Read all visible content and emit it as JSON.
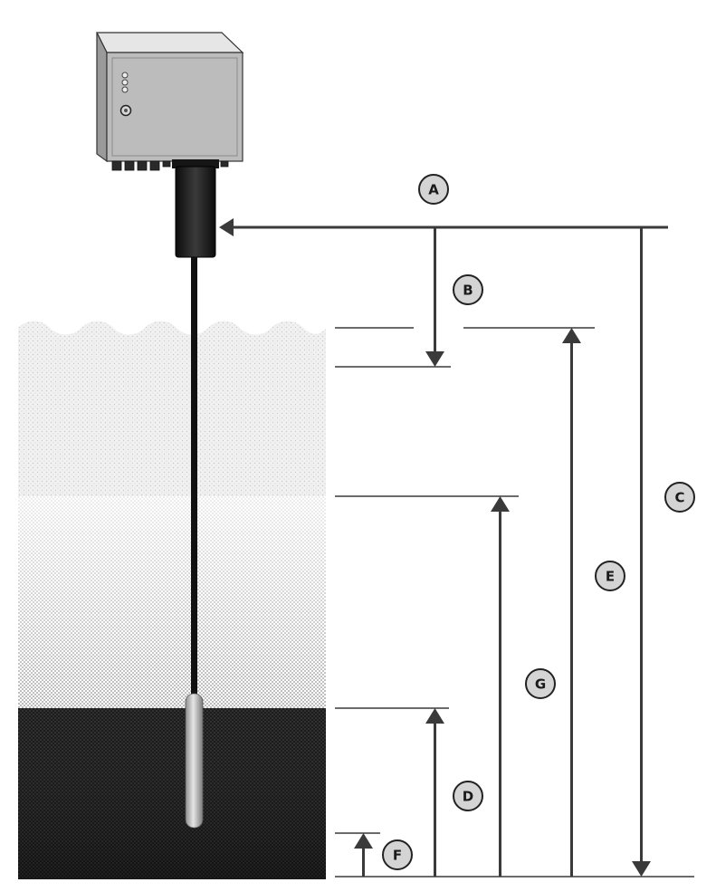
{
  "diagram": {
    "labels": {
      "a": "A",
      "b": "B",
      "c": "C",
      "d": "D",
      "e": "E",
      "f": "F",
      "g": "G"
    },
    "colors": {
      "line": "#3a3a3a",
      "badge_fill": "#d4d4d4",
      "badge_stroke": "#222222",
      "enclosure_front": "#bdbdbd",
      "enclosure_top": "#e2e2e2",
      "enclosure_side": "#9c9c9c",
      "sensor_body": "#1f1f1f",
      "probe": "#c8c8c8",
      "layer_upper": "#e9e9e9",
      "layer_middle": "#b8b8b8",
      "layer_bottom": "#1a1a1a"
    }
  }
}
